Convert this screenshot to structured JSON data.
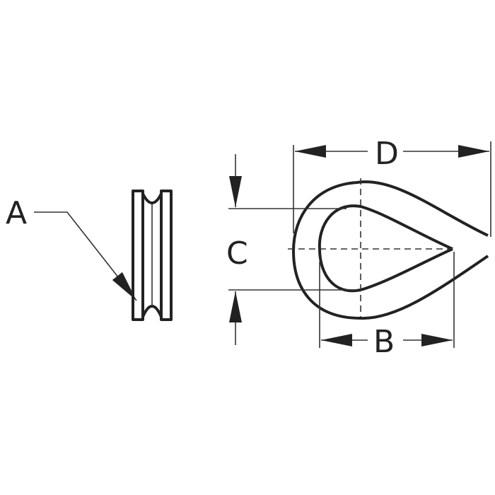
{
  "labels": {
    "a": "A",
    "b": "B",
    "c": "C",
    "d": "D"
  },
  "colors": {
    "line": "#222222",
    "background": "#ffffff"
  }
}
